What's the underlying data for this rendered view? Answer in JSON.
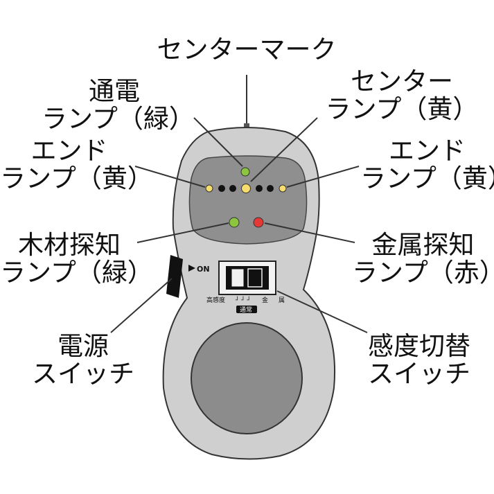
{
  "labels": {
    "center_mark": "センターマーク",
    "power_lamp": [
      "通電",
      "ランプ（緑）"
    ],
    "center_lamp": [
      "センター",
      "ランプ（黄）"
    ],
    "end_lamp_left": [
      "エンド",
      "ランプ（黄）"
    ],
    "end_lamp_right": [
      "エンド",
      "ランプ（黄）"
    ],
    "wood_detect_lamp": [
      "木材探知",
      "ランプ（緑）"
    ],
    "metal_detect_lamp": [
      "金属探知",
      "ランプ（赤）"
    ],
    "power_switch": [
      "電源",
      "スイッチ"
    ],
    "sensitivity_switch": [
      "感度切替",
      "スイッチ"
    ]
  },
  "device": {
    "on_label": "ON",
    "switch_scale": [
      "高感度",
      "金",
      "属"
    ],
    "switch_mode": "通常"
  },
  "colors": {
    "body": "#cfcfcf",
    "panel": "#8f8f8f",
    "pad": "#8c8c8c",
    "green": "#8cc63f",
    "yellow": "#f7dc6f",
    "red": "#e53935",
    "black": "#111111"
  }
}
